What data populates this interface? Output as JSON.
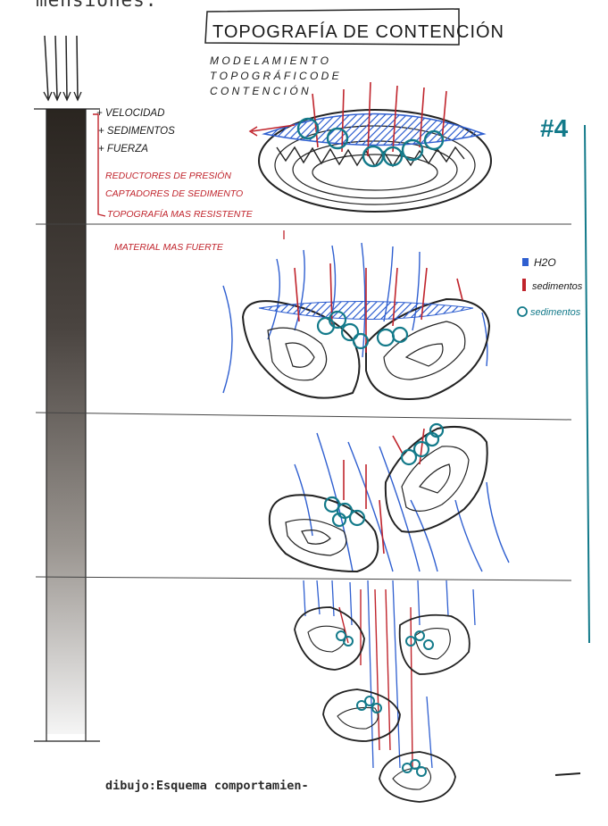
{
  "page_top_fragment": "mensiones.",
  "sheet": {
    "title": "TOPOGRAFÍA DE CONTENCIÓN",
    "subtitle_lines": [
      "M O D E L A M I E N T O",
      "T O P O G R Á F I C O  D E",
      "C O N T E N C I Ó N"
    ],
    "page_number": "#4"
  },
  "column_notes": {
    "plus_items": [
      "+ VELOCIDAD",
      "+ SEDIMENTOS",
      "+ FUERZA"
    ],
    "reducers": [
      "REDUCTORES DE PRESIÓN",
      "CAPTADORES DE SEDIMENTO"
    ],
    "resistance": "TOPOGRAFÍA MAS RESISTENTE",
    "material": "MATERIAL MAS FUERTE"
  },
  "legend": {
    "water": "H2O",
    "sediment_red": "sedimentos",
    "sediment_circle": "sedimentos",
    "colors": {
      "water": "#2f5fd0",
      "sediment": "#c0242c",
      "trap": "#137a8a",
      "ink": "#1a1a1a"
    }
  },
  "caption": "dibujo:Esquema comportamien-"
}
